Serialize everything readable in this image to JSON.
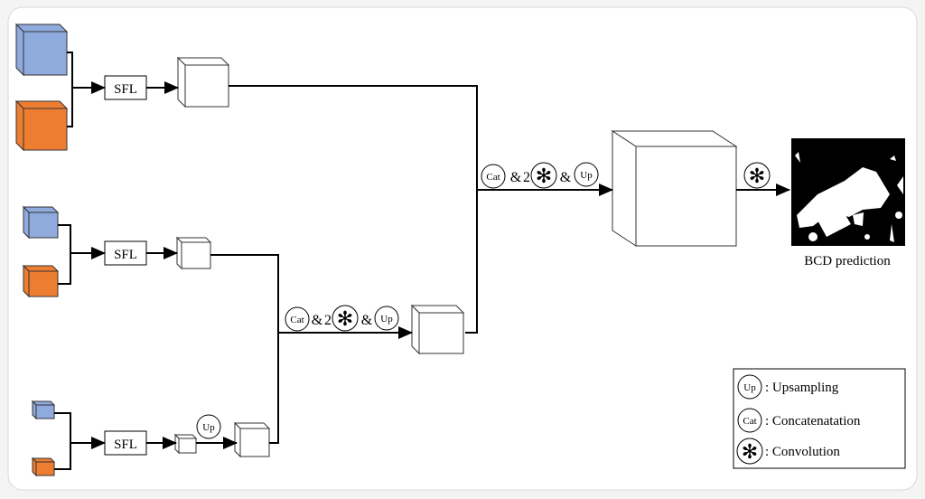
{
  "sfl_label": "SFL",
  "symbols": {
    "cat": "Cat",
    "up": "Up",
    "conv": "✻",
    "amp": "&",
    "two": "2"
  },
  "output_label": "BCD prediction",
  "legend": {
    "up": ": Upsampling",
    "cat": ": Concatenatation",
    "conv": ": Convolution"
  },
  "colors": {
    "blue": "#8faadc",
    "orange": "#ed7d31"
  }
}
